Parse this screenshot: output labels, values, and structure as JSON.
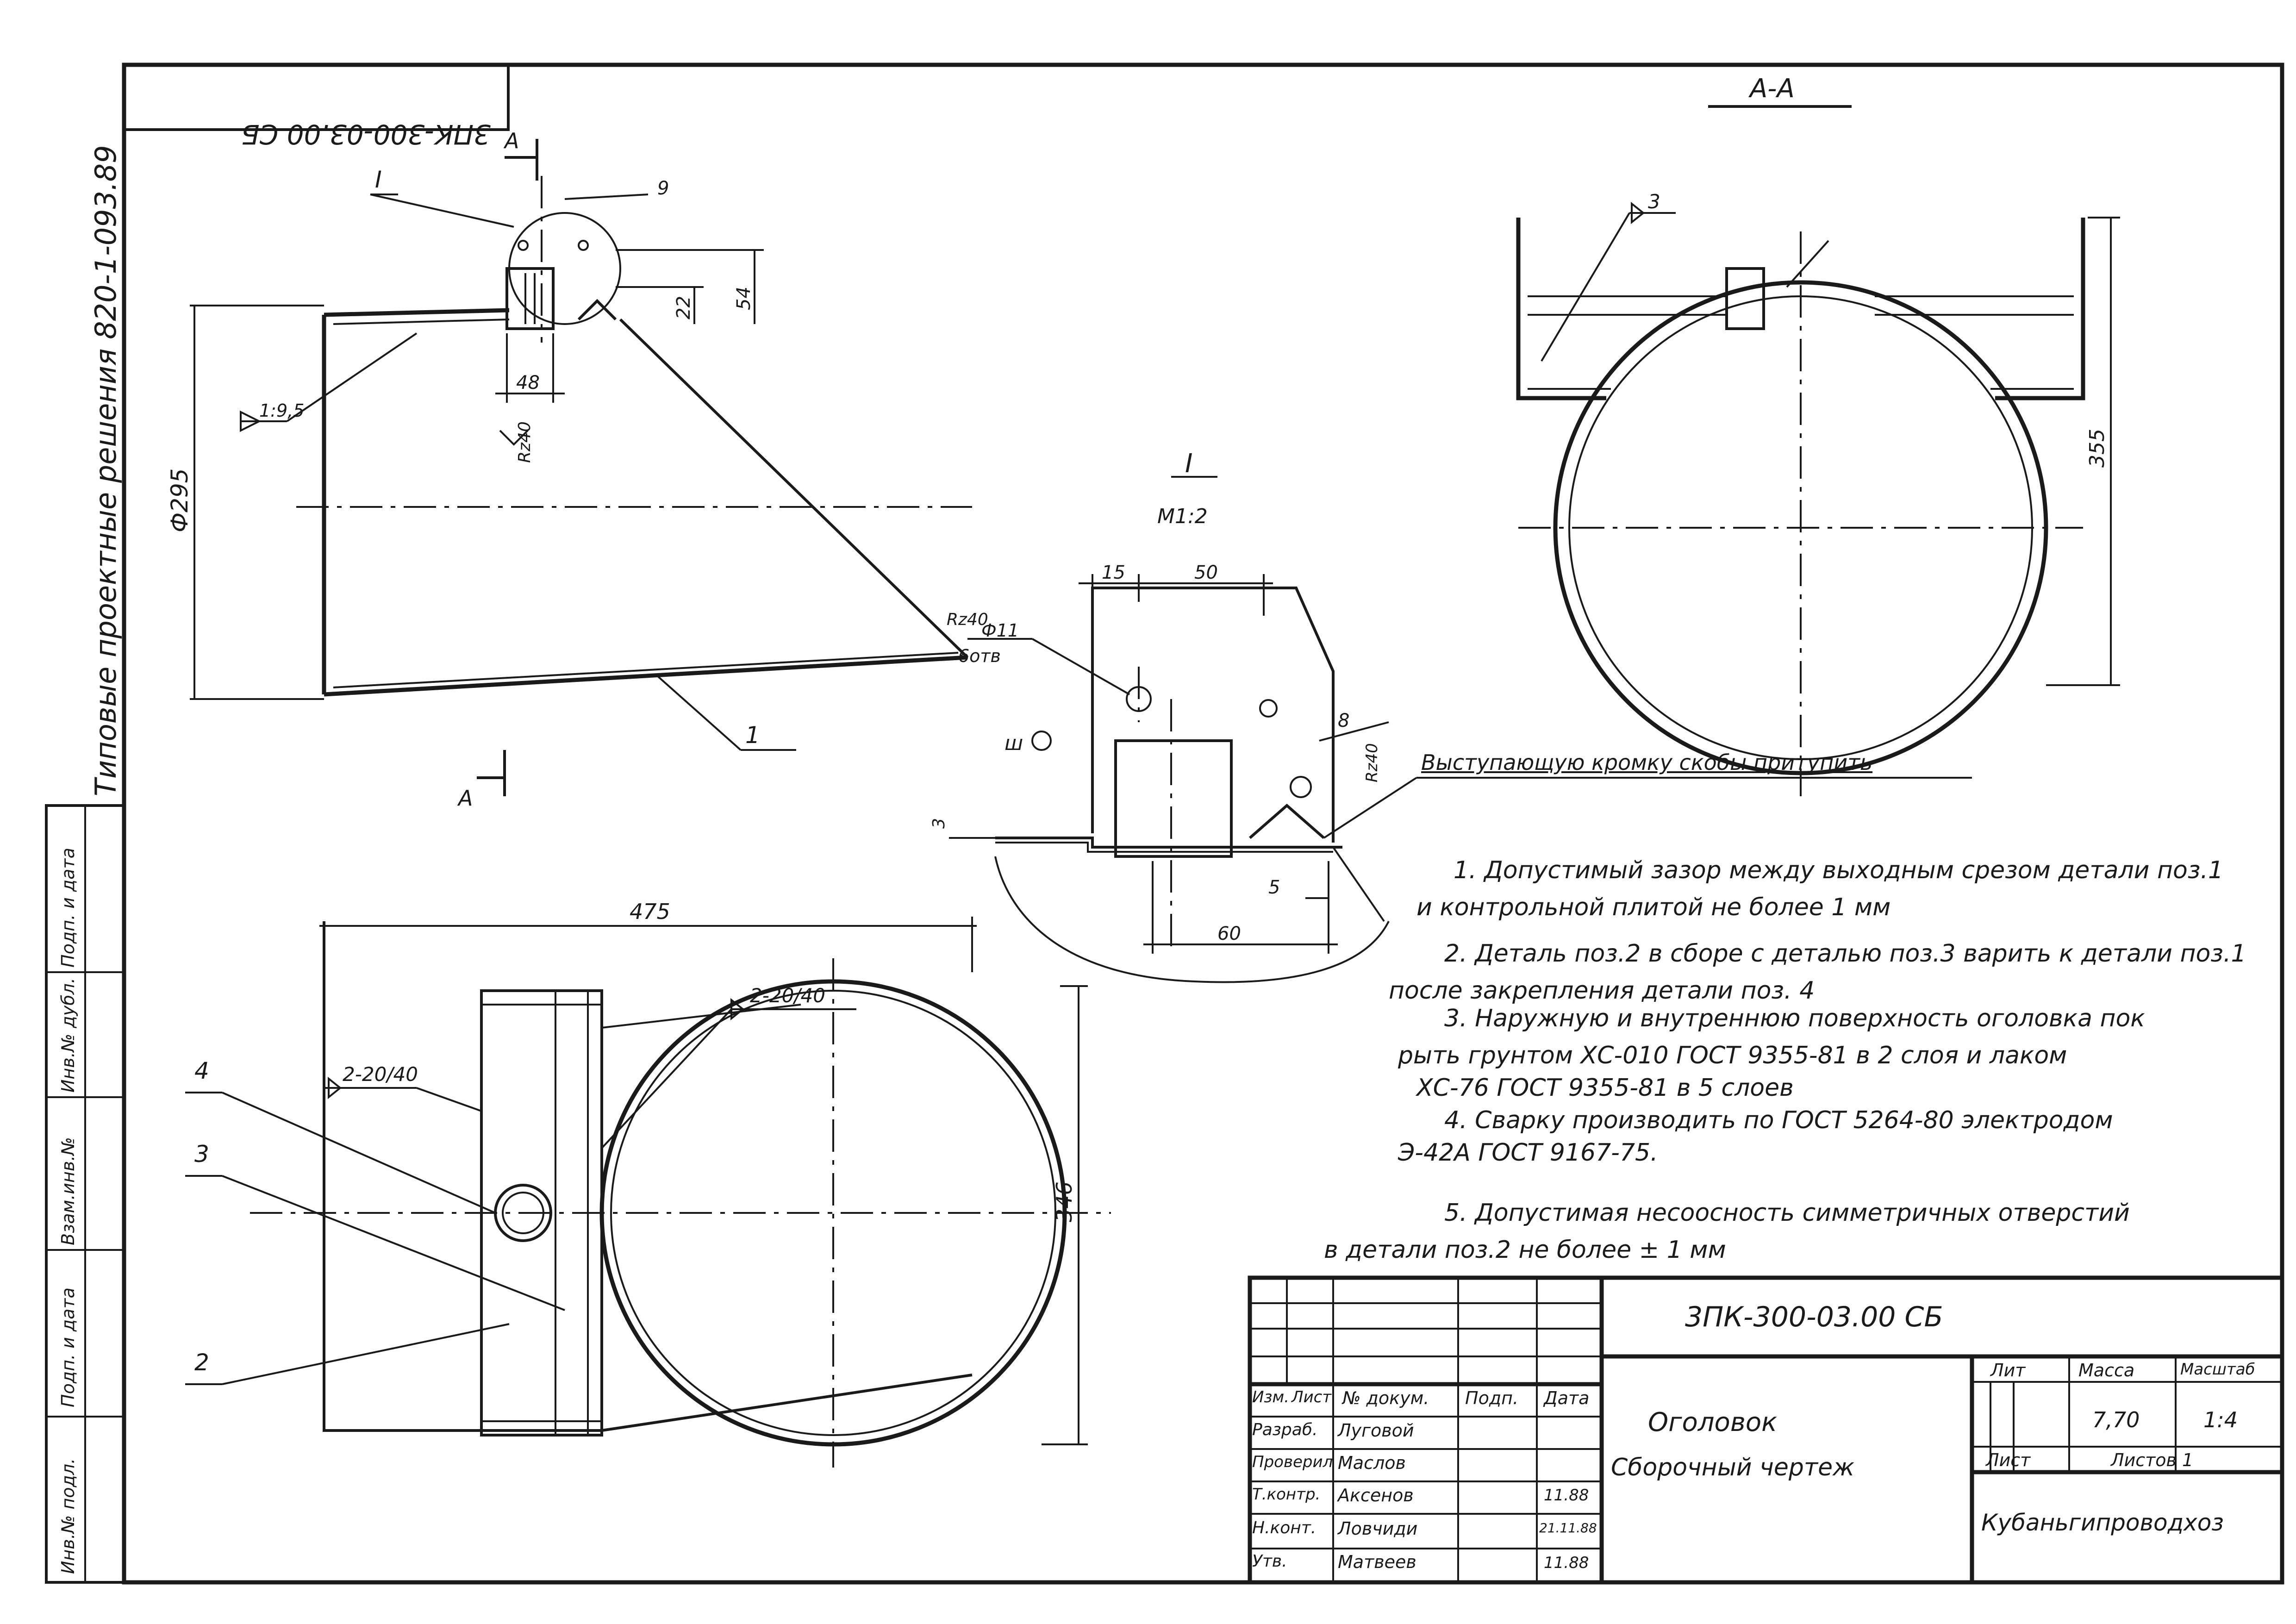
{
  "sheet": {
    "code_top_mirrored": "3ПК-300-03.00 СБ",
    "series_side": "Типовые проектные решения 820-1-093.89"
  },
  "views": {
    "section_label": "А-А",
    "section_mark": "А",
    "detail_id": "I",
    "detail_scale": "М1:2"
  },
  "dimensions": {
    "d_cone": "Ф295",
    "taper": "1:9,5",
    "w48": "48",
    "h22": "22",
    "h54": "54",
    "d9": "9",
    "rz_cone": "Rz40",
    "l475": "475",
    "h346": "346",
    "h355": "355",
    "weld3": "3",
    "weld_bottom": "2-20/40",
    "weld_top": "2-20/40",
    "d15": "15",
    "d50": "50",
    "d60": "60",
    "d5": "5",
    "d8": "8",
    "d3": "3",
    "rz_hole": "Rz40",
    "hole_d": "Ф11",
    "hole_n": "6отв",
    "rz_edge": "Rz40"
  },
  "positions": [
    "1",
    "2",
    "3",
    "4"
  ],
  "detail_note": "Выступающую кромку скобы притупить",
  "notes": [
    "1. Допустимый зазор между выходным срезом детали поз.1",
    "и контрольной плитой не более 1 мм",
    "2. Деталь поз.2 в сборе с деталью поз.3 варить к детали поз.1",
    "после закрепления детали поз. 4",
    "3. Наружную и внутреннюю поверхность оголовка пок",
    "рыть грунтом ХС-010 ГОСТ 9355-81 в 2 слоя и лаком",
    "ХС-76 ГОСТ 9355-81 в 5 слоев",
    "4. Сварку производить по ГОСТ 5264-80 электродом",
    "Э-42А ГОСТ 9167-75.",
    "5. Допустимая несоосность симметричных отверстий",
    "в детали поз.2 не более ± 1 мм"
  ],
  "left_margin": {
    "col1": "Инв.№ подл.",
    "col2": "Подп. и дата",
    "col3": "Взам.инв.№",
    "col4": "Инв.№ дубл.",
    "col5": "Подп. и дата"
  },
  "title_block": {
    "code": "3ПК-300-03.00 СБ",
    "name": "Оголовок",
    "doc_type": "Сборочный чертеж",
    "org": "Кубаньгипроводхоз",
    "headers": {
      "izm": "Изм.",
      "list": "Лист",
      "ndoc": "№ докум.",
      "podp": "Подп.",
      "data": "Дата",
      "lit": "Лит",
      "massa": "Масса",
      "masshtab": "Масштаб",
      "sheet": "Лист",
      "sheets": "Листов 1"
    },
    "mass": "7,70",
    "scale": "1:4",
    "roles": [
      {
        "role": "Разраб.",
        "name": "Луговой",
        "sign": "",
        "date": ""
      },
      {
        "role": "Проверил",
        "name": "Маслов",
        "sign": "",
        "date": ""
      },
      {
        "role": "Т.контр.",
        "name": "Аксенов",
        "sign": "",
        "date": "11.88"
      },
      {
        "role": "",
        "name": "",
        "sign": "",
        "date": ""
      },
      {
        "role": "Н.конт.",
        "name": "Ловчиди",
        "sign": "",
        "date": "21.11.88"
      },
      {
        "role": "Утв.",
        "name": "Матвеев",
        "sign": "",
        "date": "11.88"
      }
    ]
  }
}
